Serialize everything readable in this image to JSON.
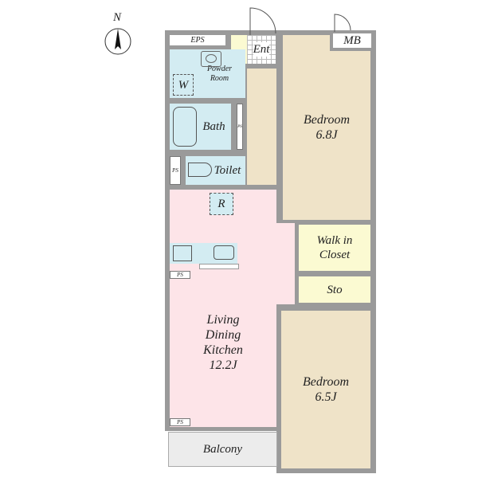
{
  "compass": {
    "label": "N"
  },
  "rooms": {
    "eps": "EPS",
    "entrance": "Ent",
    "mb": "MB",
    "powder_room": [
      "Powder",
      "Room"
    ],
    "washer": "W",
    "bath": "Bath",
    "toilet": "Toilet",
    "ps": "PS",
    "refrigerator": "R",
    "ldk": {
      "lines": [
        "Living",
        "Dining",
        "Kitchen"
      ],
      "size": "12.2J"
    },
    "bedroom1": {
      "name": "Bedroom",
      "size": "6.8J"
    },
    "bedroom2": {
      "name": "Bedroom",
      "size": "6.5J"
    },
    "walk_in_closet": [
      "Walk in",
      "Closet"
    ],
    "storage": "Sto",
    "balcony": "Balcony"
  },
  "colors": {
    "wall": "#9a9a9a",
    "ldk": "#fde4e8",
    "bedroom": "#efe3c8",
    "wet": "#d3ecf2",
    "closet": "#fbfad2",
    "balcony": "#ececec"
  }
}
